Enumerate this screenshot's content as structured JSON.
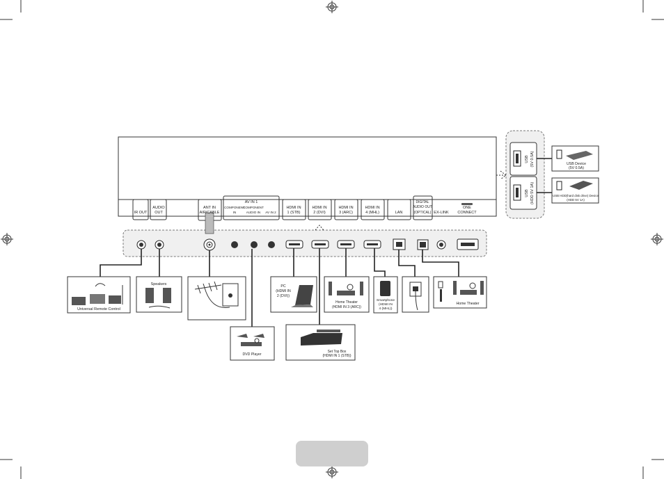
{
  "ports": {
    "ir_out": "IR OUT",
    "audio_out": [
      "AUDIO",
      "OUT"
    ],
    "ant_in": [
      "ANT IN",
      "AIR/CABLE"
    ],
    "av_in_1": "AV IN 1",
    "component_in": [
      "COMPONENT",
      "IN"
    ],
    "component_audio_in": [
      "COMPONENT",
      "AUDIO IN"
    ],
    "av_in_2": "AV IN 2",
    "hdmi_1": [
      "HDMI IN",
      "1 (STB)"
    ],
    "hdmi_2": [
      "HDMI IN",
      "2 (DVI)"
    ],
    "hdmi_3": [
      "HDMI IN",
      "3 (ARC)"
    ],
    "hdmi_4": [
      "HDMI IN",
      "4 (MHL)"
    ],
    "lan": "LAN",
    "digital_audio_out": [
      "DIGITAL",
      "AUDIO OUT",
      "(OPTICAL)"
    ],
    "ex_link": "EX-LINK",
    "one_connect": [
      "ONE",
      "CONNECT"
    ],
    "usb_1": [
      "USB",
      "(5V 0.5A)"
    ],
    "usb_2": [
      "USB",
      "(HDD 5V 1A)"
    ]
  },
  "devices": {
    "universal_remote": "Universal Remote Control",
    "speakers": "Speakers",
    "pc": [
      "PC",
      "(HDMI IN",
      "2 (DVI))"
    ],
    "home_theater_arc": [
      "Home Theater",
      "(HDMI IN 3 (ARC))"
    ],
    "smartphone": [
      "Smartphone",
      "(HDMI IN",
      "4 (MHL))"
    ],
    "home_theater_optical": "Home Theater",
    "dvd_player": "DVD Player",
    "set_top_box": [
      "Set Top Box",
      "(HDMI IN 1 (STB))"
    ],
    "usb_device": [
      "USB Device",
      "(5V 0.5A)"
    ],
    "usb_hdd": [
      "USB HDD(hard disk drive) Device",
      "(HDD 5V 1A)"
    ]
  },
  "colors": {
    "panel": "#f0f0f0",
    "lines": "#333333",
    "page_tab": "#cfcfcf"
  },
  "icons": [
    "registration-mark-icon",
    "crop-mark-icon",
    "hdmi-port-icon",
    "usb-port-icon",
    "lan-port-icon",
    "optical-port-icon"
  ]
}
